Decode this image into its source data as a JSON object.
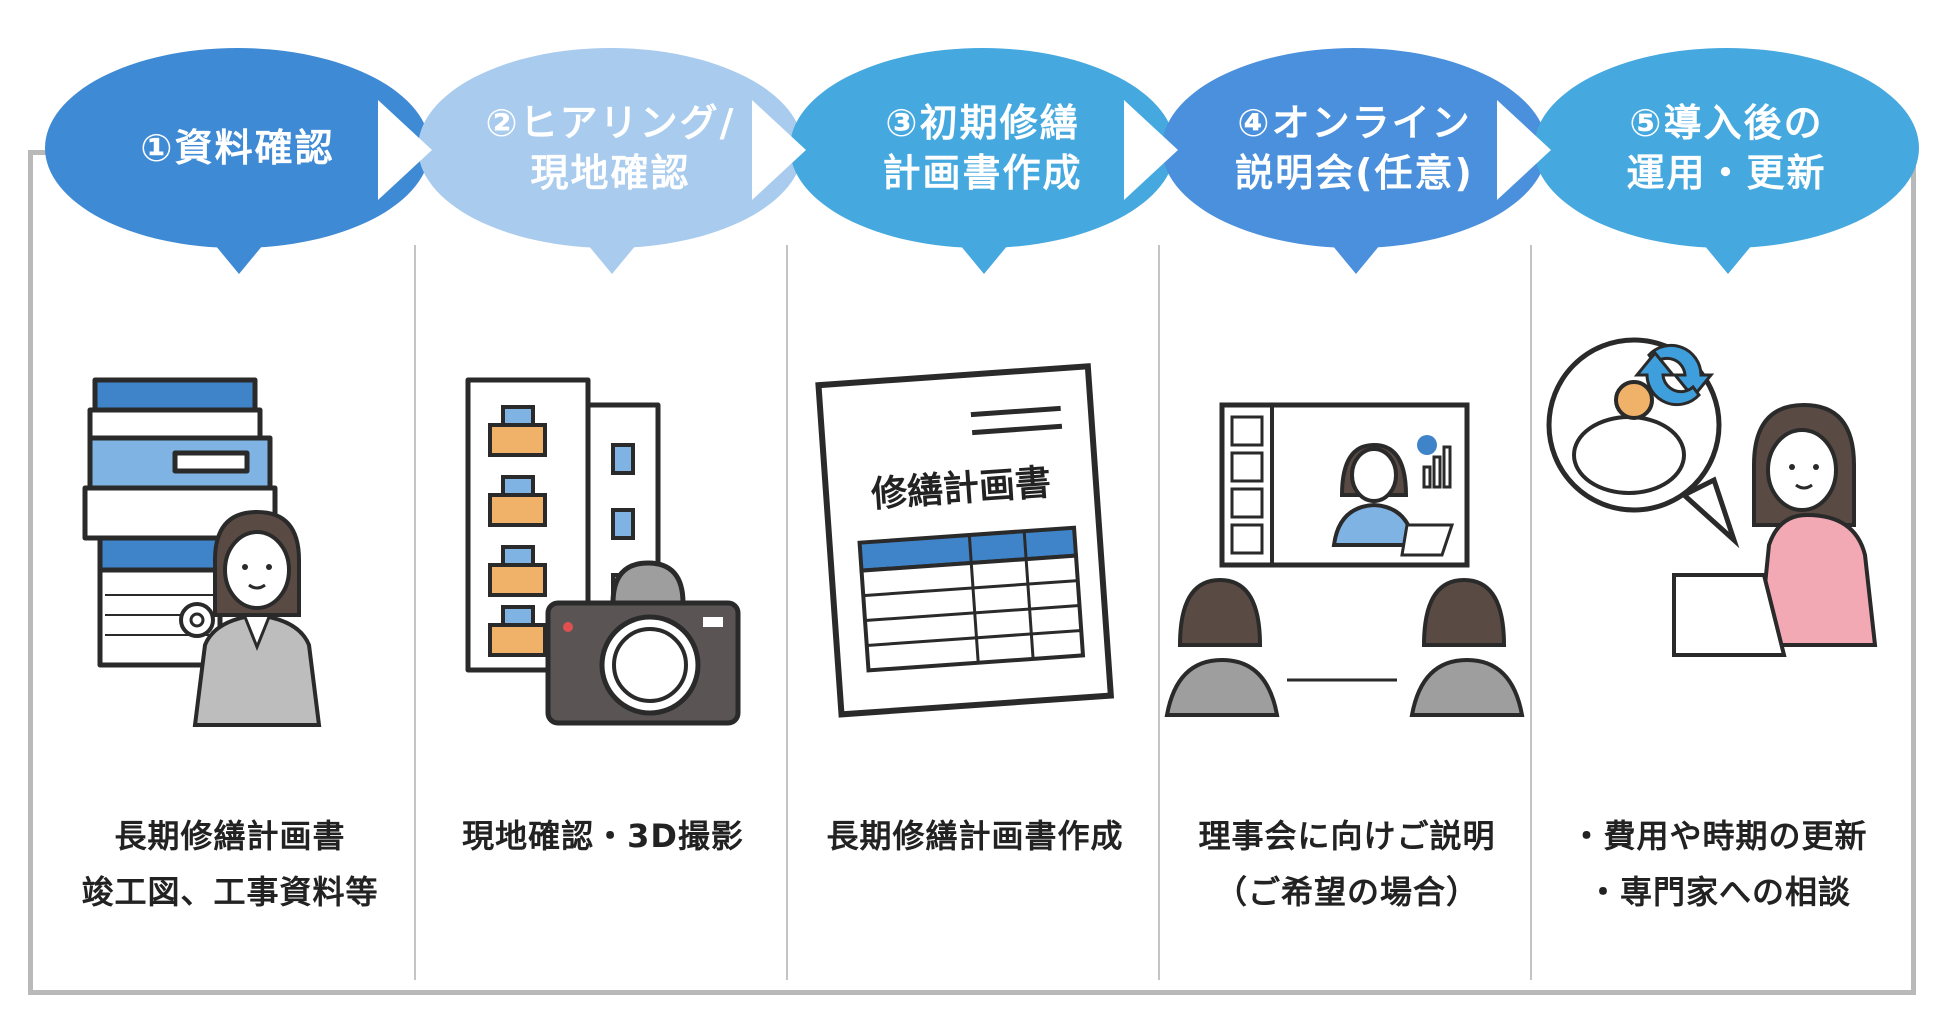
{
  "colors": {
    "step1": "#3f8ad4",
    "step2": "#a8cbee",
    "step3": "#45a8df",
    "step4": "#4a90dc",
    "step5": "#45a8df",
    "border": "#b9b9b9",
    "text": "#222222"
  },
  "steps": [
    {
      "title": [
        "①資料確認"
      ],
      "icon": "document-stack-and-woman-ok-icon",
      "desc": [
        "長期修繕計画書",
        "竣工図、工事資料等"
      ]
    },
    {
      "title": [
        "②ヒアリング/",
        "現地確認"
      ],
      "icon": "building-and-camera-icon",
      "desc": [
        "現地確認・3D撮影"
      ]
    },
    {
      "title": [
        "③初期修繕",
        "計画書作成"
      ],
      "icon": "repair-plan-document-icon",
      "doc_label": "修繕計画書",
      "desc": [
        "長期修繕計画書作成"
      ]
    },
    {
      "title": [
        "④オンライン",
        "説明会(任意)"
      ],
      "icon": "online-meeting-icon",
      "desc": [
        "理事会に向けご説明",
        "（ご希望の場合）"
      ]
    },
    {
      "title": [
        "⑤導入後の",
        "運用・更新"
      ],
      "icon": "piggy-bank-refresh-woman-laptop-icon",
      "desc": [
        "・費用や時期の更新",
        "・専門家への相談"
      ]
    }
  ]
}
